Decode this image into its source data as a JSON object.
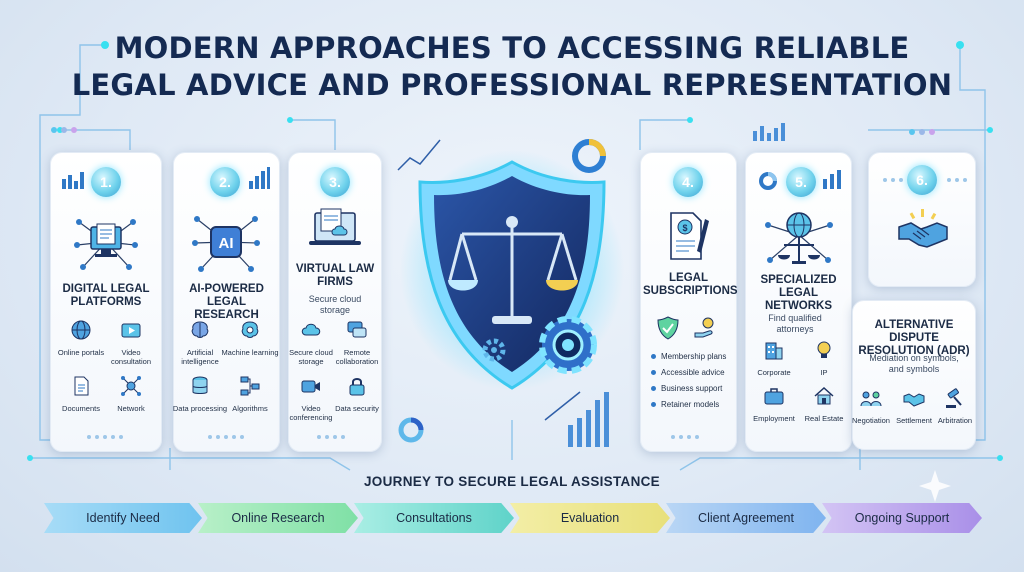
{
  "title": {
    "line1": "MODERN APPROACHES TO ACCESSING RELIABLE",
    "line2": "LEGAL ADVICE AND PROFESSIONAL REPRESENTATION"
  },
  "cards": {
    "c1": {
      "num": "1.",
      "title": "DIGITAL LEGAL PLATFORMS",
      "items": [
        "Online portals",
        "Video consultation",
        "Documents",
        "Network"
      ]
    },
    "c2": {
      "num": "2.",
      "title": "AI-POWERED LEGAL RESEARCH",
      "items": [
        "Artificial intelligence",
        "Machine learning",
        "Data processing",
        "Algorithms"
      ]
    },
    "c3": {
      "num": "3.",
      "title": "VIRTUAL LAW FIRMS",
      "subtitle": "Secure cloud storage",
      "items": [
        "Secure cloud storage",
        "Remote collaboration",
        "Video conferencing",
        "Data security"
      ]
    },
    "c4": {
      "num": "4.",
      "title": "LEGAL SUBSCRIPTIONS",
      "items": [
        "Membership plans",
        "Accessible advice",
        "Business support",
        "Retainer models"
      ]
    },
    "c5": {
      "num": "5.",
      "title": "SPECIALIZED LEGAL NETWORKS",
      "subtitle": "Find qualified attorneys",
      "items": [
        "Corporate",
        "IP",
        "Employment",
        "Real Estate"
      ]
    },
    "c6": {
      "num": "6."
    },
    "c7": {
      "title": "ALTERNATIVE DISPUTE RESOLUTION (ADR)",
      "subtitle": "Mediation on symbols, and symbols",
      "items": [
        "Negotiation",
        "Settlement",
        "Arbitration"
      ]
    }
  },
  "center_icon": "shield-scales-gear-icon",
  "journey": {
    "title": "JOURNEY TO SECURE LEGAL ASSISTANCE",
    "steps": [
      "Identify Need",
      "Online Research",
      "Consultations",
      "Evaluation",
      "Client Agreement",
      "Ongoing Support"
    ]
  },
  "colors": {
    "title": "#142a52",
    "accent": "#2f78c6",
    "glow": "#6fd2ec",
    "shield_dark": "#1f3f8a",
    "steps": [
      "#6fc3ef",
      "#7fe0a6",
      "#5fd3c9",
      "#e8e07a",
      "#7fb4ef",
      "#a98fe8"
    ]
  }
}
